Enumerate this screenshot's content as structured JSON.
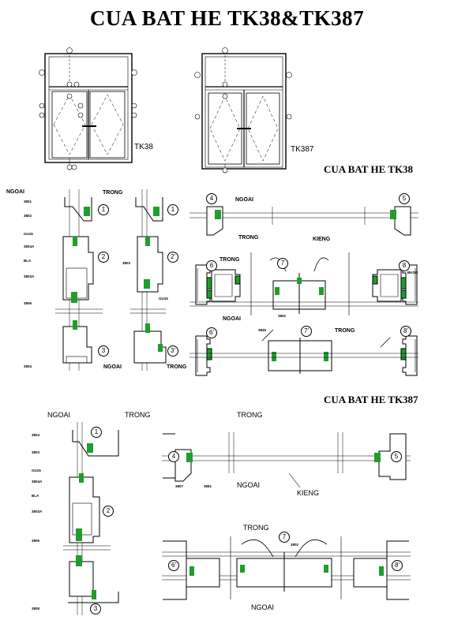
{
  "title": "CUA BAT HE TK38&TK387",
  "elevations": {
    "tk38_label": "TK38",
    "tk387_label": "TK387"
  },
  "section_tk38": {
    "title": "CUA BAT HE TK38",
    "labels": {
      "ngoai": "NGOAI",
      "trong": "TRONG",
      "kieng": "KIENG"
    },
    "parts": {
      "p1": "3801",
      "p2": "3802",
      "gu15": "GU15",
      "p3": "3804A",
      "bla": "BLA",
      "p4": "3803A",
      "p5": "3806",
      "p6": "3804",
      "p7": "3803",
      "p8": "3802",
      "p9": "3845",
      "bkgg": "BKGG"
    },
    "markers": {
      "m1": "1",
      "m1b": "1",
      "m2": "2",
      "m2b": "2'",
      "m3": "3",
      "m3b": "3'",
      "m4": "4",
      "m5": "5",
      "m6": "6",
      "m7": "7",
      "m8": "8",
      "m6b": "6'",
      "m7b": "7'",
      "m8b": "8'"
    }
  },
  "section_tk387": {
    "title": "CUA BAT HE TK387",
    "labels": {
      "ngoai": "NGOAI",
      "trong": "TRONG",
      "kieng": "KIENG"
    },
    "parts": {
      "p1": "3804",
      "p2": "3803",
      "gu15": "GU15",
      "p3": "3804A",
      "bla": "BLA",
      "p4": "3803A",
      "p5": "3806",
      "p6": "3808",
      "p7": "3807",
      "p8": "3881",
      "p9": "3802"
    },
    "markers": {
      "m1": "1",
      "m2": "2",
      "m3": "3",
      "m4": "4",
      "m5": "5",
      "m6": "6'",
      "m7": "7",
      "m8": "8'"
    }
  },
  "colors": {
    "seal": "#1f9e2c",
    "line": "#000000"
  }
}
